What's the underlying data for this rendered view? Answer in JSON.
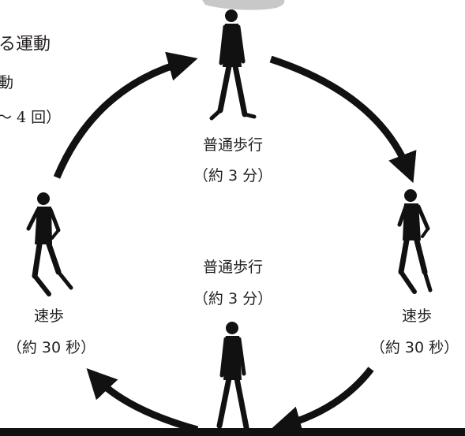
{
  "title_fragment": "る運動",
  "subtitle_fragment_1": "動",
  "subtitle_fragment_2": "～ 4 回）",
  "steps": [
    {
      "label": "普通歩行",
      "duration": "（約 3 分）"
    },
    {
      "label": "速歩",
      "duration": "（約 30 秒）"
    },
    {
      "label": "普通歩行",
      "duration": "（約 3 分）"
    },
    {
      "label": "速歩",
      "duration": "（約 30 秒）"
    }
  ],
  "figures": [
    {
      "name": "walking-figure-top",
      "pose": "walking"
    },
    {
      "name": "running-figure-right",
      "pose": "running"
    },
    {
      "name": "walking-figure-bottom",
      "pose": "walking"
    },
    {
      "name": "running-figure-left",
      "pose": "running"
    }
  ],
  "colors": {
    "ink": "#231f20",
    "silhouette": "#111111",
    "cloud": "#c8c8c8"
  }
}
